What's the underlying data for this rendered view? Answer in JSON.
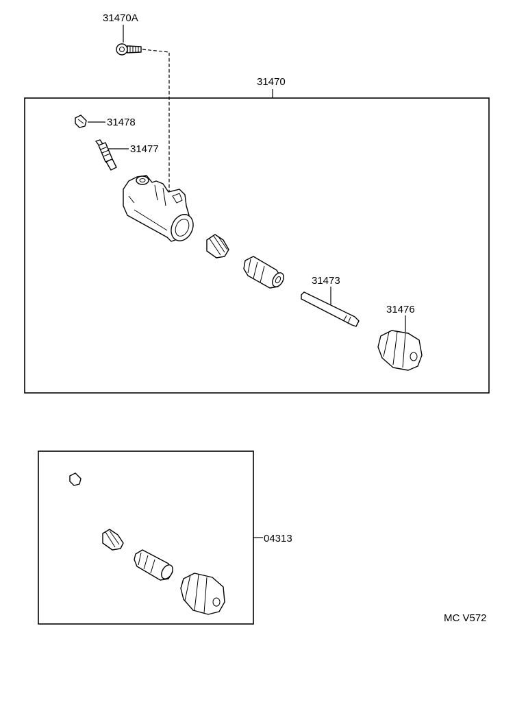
{
  "labels": {
    "bleeder_bolt": "31470A",
    "cylinder_assy": "31470",
    "bleeder_cap": "31478",
    "bleeder_plug": "31477",
    "push_rod": "31473",
    "boot": "31476",
    "repair_kit": "04313",
    "diagram_code": "MC V572"
  }
}
